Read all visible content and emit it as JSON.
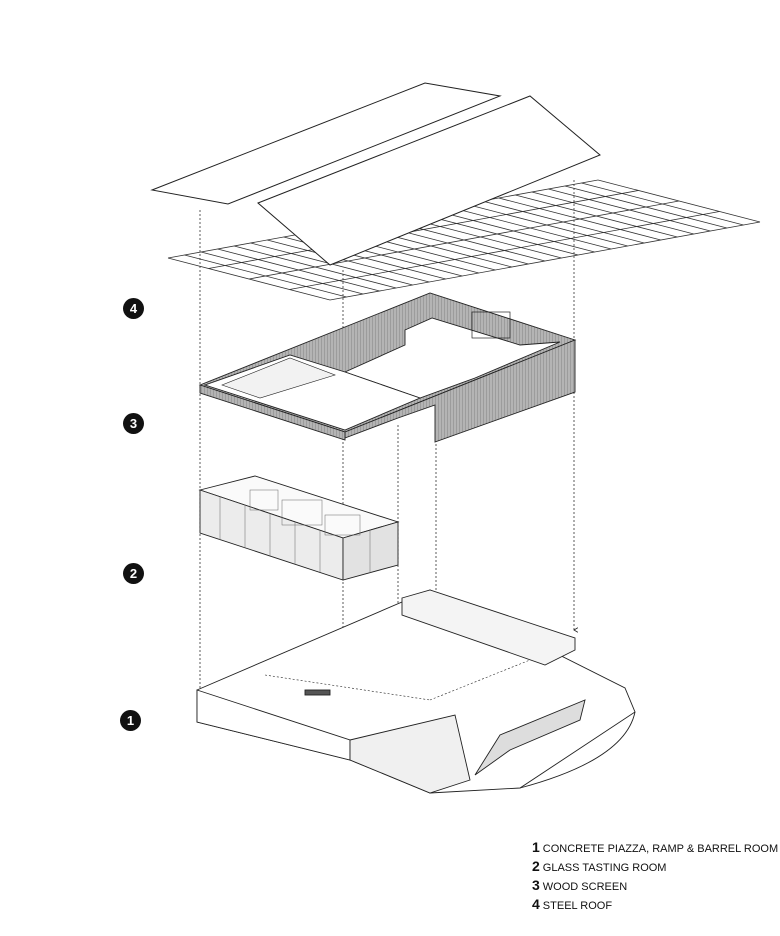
{
  "components": [
    {
      "number": "1",
      "label": "CONCRETE PIAZZA, RAMP & BARREL ROOM"
    },
    {
      "number": "2",
      "label": "GLASS TASTING ROOM"
    },
    {
      "number": "3",
      "label": "WOOD SCREEN"
    },
    {
      "number": "4",
      "label": "STEEL ROOF"
    }
  ],
  "colors": {
    "line": "#222222",
    "wall": "#9a9a9a",
    "badge": "#111111"
  }
}
